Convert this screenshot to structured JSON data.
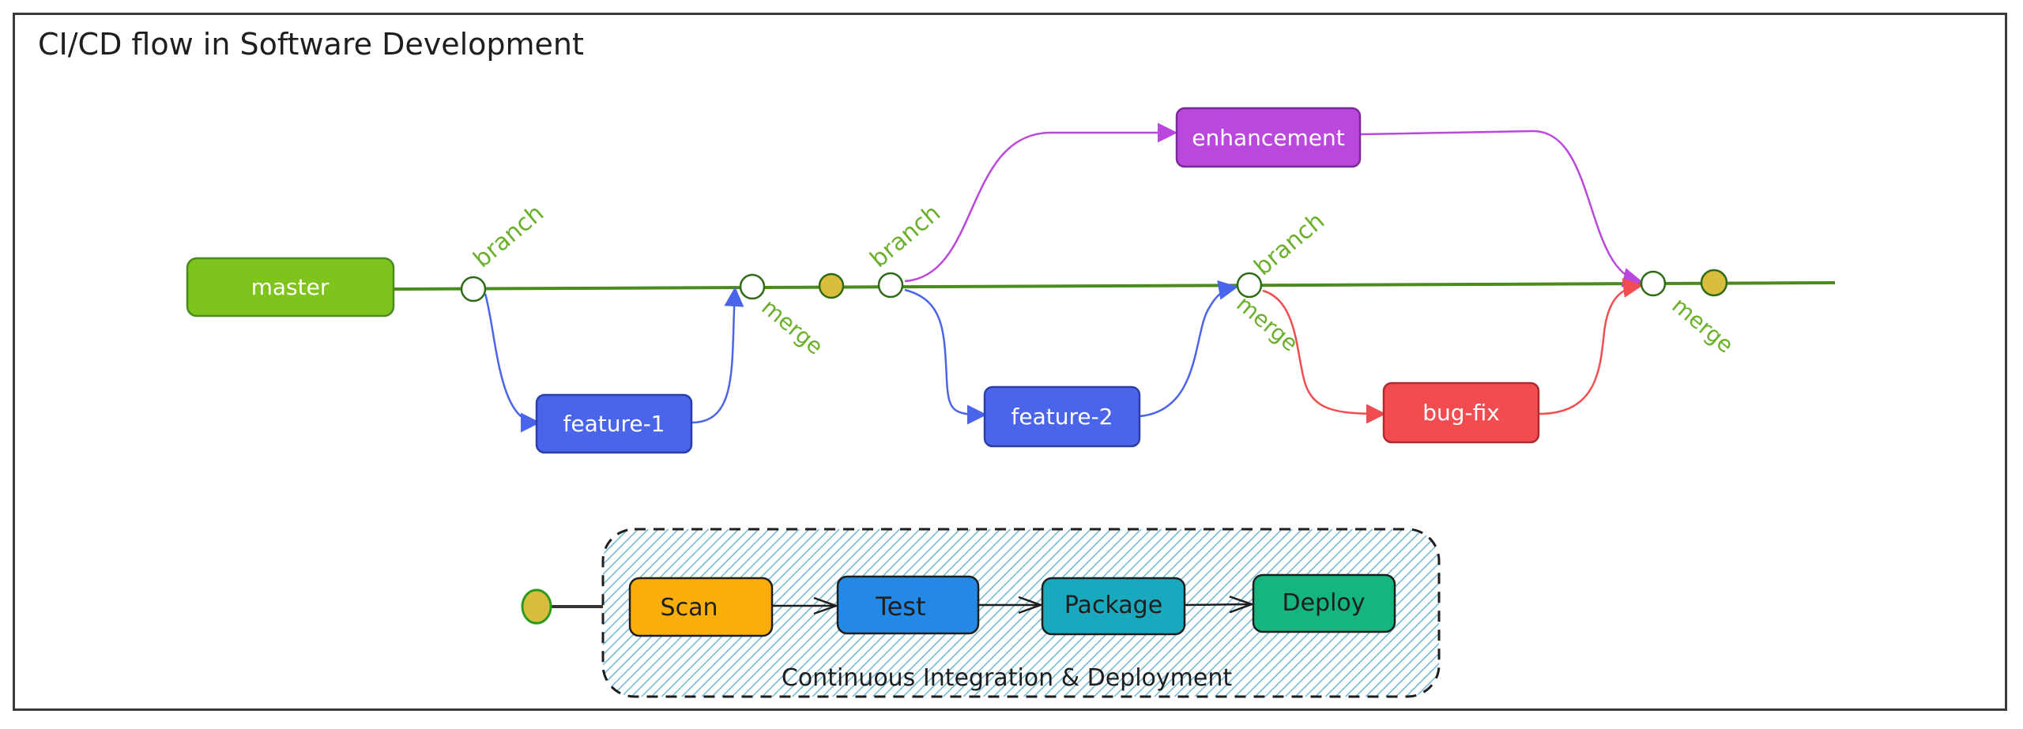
{
  "title": "CI/CD flow in Software Development",
  "colors": {
    "trunk": "#4a8a1e",
    "label_green": "#6bb02a",
    "master": "#7ec41c",
    "feature": "#4a64ea",
    "enhancement": "#bb48dd",
    "bugfix": "#f24c50",
    "commit_dot": "#d9bd3e",
    "scan": "#f9ae0b",
    "test": "#2489e6",
    "package": "#1aa8bf",
    "deploy": "#14b67e",
    "ci_fill": "#a5d8ea"
  },
  "nodes": {
    "master": "master",
    "feature1": "feature-1",
    "feature2": "feature-2",
    "enhancement": "enhancement",
    "bugfix": "bug-fix"
  },
  "labels": {
    "branch1": "branch",
    "merge1": "merge",
    "branch2": "branch",
    "branch3": "branch",
    "merge2": "merge",
    "merge3": "merge"
  },
  "pipeline": {
    "group_label": "Continuous Integration & Deployment",
    "stages": [
      "Scan",
      "Test",
      "Package",
      "Deploy"
    ]
  }
}
